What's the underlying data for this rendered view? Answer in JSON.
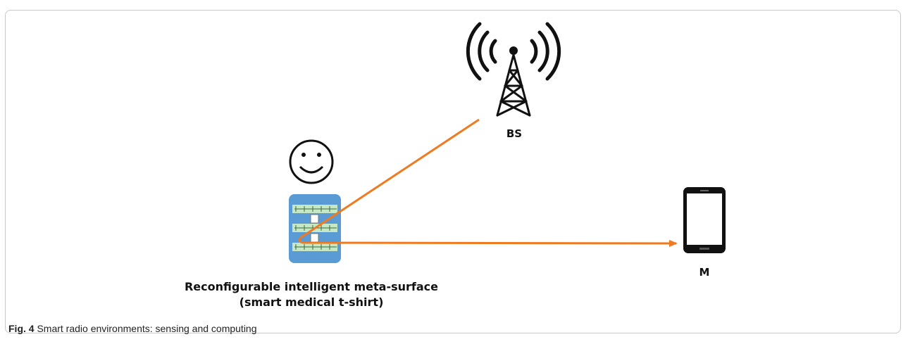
{
  "labels": {
    "base_station": "BS",
    "mobile": "M",
    "surface_line1": "Reconfigurable intelligent meta-surface",
    "surface_line2": "(smart medical t-shirt)"
  },
  "caption": {
    "number": "Fig. 4",
    "text": "Smart radio environments: sensing and computing"
  },
  "icons": {
    "tower": "radio-tower-icon",
    "person": "smiley-face-icon",
    "surface": "metasurface-tshirt-icon",
    "phone": "smartphone-icon"
  },
  "colors": {
    "signal_path": "#f07a1f",
    "surface_fill": "#5b9bd5",
    "surface_strip": "#c6e8c6"
  }
}
